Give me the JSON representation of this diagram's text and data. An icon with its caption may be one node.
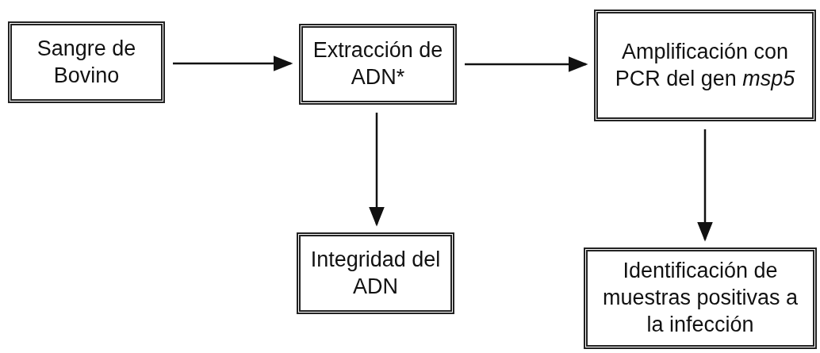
{
  "diagram": {
    "nodes": [
      {
        "text": [
          "Sangre de Bovino"
        ]
      },
      {
        "text": [
          "Extracción de ADN*"
        ]
      },
      {
        "text": [
          "Amplificación con PCR del gen *msp5*"
        ]
      },
      {
        "text": [
          "Integridad del ADN"
        ]
      },
      {
        "text": [
          "Identificación de muestras positivas a la infección"
        ]
      }
    ],
    "edges": [
      {
        "from": 0,
        "to": 1,
        "arrow": "to"
      },
      {
        "from": 1,
        "to": 2,
        "arrow": "to"
      },
      {
        "from": 1,
        "to": 3,
        "arrow": "to"
      },
      {
        "from": 2,
        "to": 4,
        "arrow": "to"
      }
    ]
  }
}
